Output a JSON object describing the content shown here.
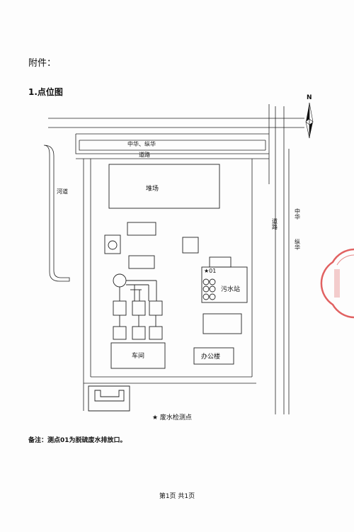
{
  "heading": "附件：",
  "section_title": "1.点位图",
  "north": "N",
  "map": {
    "road_top": "中华、纵华",
    "road_top2": "道路",
    "river": "河道",
    "road_right": "道路",
    "road_right_name1": "中华",
    "road_right_name2": "纵华",
    "yard": "堆场",
    "point_label": "★01",
    "sewage": "污水站",
    "workshop": "车间",
    "office": "办公楼",
    "legend": "★ 废水检测点"
  },
  "note": "备注：测点01为脱硫废水排放口。",
  "footer": "第1页 共1页",
  "stamp_color": "#d93a3a"
}
